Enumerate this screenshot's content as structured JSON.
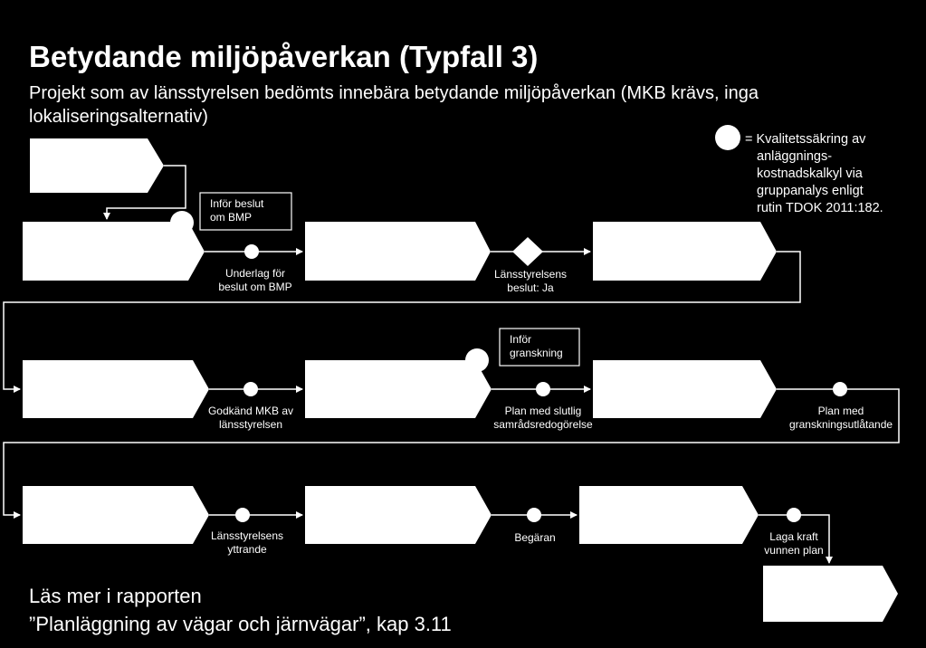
{
  "title": "Betydande miljöpåverkan (Typfall 3)",
  "subtitle": "Projekt som av länsstyrelsen bedömts innebära betydande miljöpåverkan (MKB krävs, inga lokaliseringsalternativ)",
  "legend": {
    "lines": [
      "= Kvalitetssäkring av",
      "anläggnings-",
      "kostnadskalkyl via",
      "gruppanalys enligt",
      "rutin TDOK 2011:182."
    ]
  },
  "notes": {
    "infor_beslut": [
      "Inför beslut",
      "om BMP"
    ],
    "infor_granskning": [
      "Inför",
      "granskning"
    ]
  },
  "milestones": {
    "underlag": [
      "Underlag för",
      "beslut om BMP"
    ],
    "lansstyrelsens_beslut": [
      "Länsstyrelsens",
      "beslut: Ja"
    ],
    "godkand_mkb": [
      "Godkänd MKB av",
      "länsstyrelsen"
    ],
    "plan_slutlig": [
      "Plan med slutlig",
      "samrådsredogörelse"
    ],
    "plan_granskning": [
      "Plan med",
      "granskningsutlåtande"
    ],
    "lansstyrelsens_yttrande": [
      "Länsstyrelsens",
      "yttrande"
    ],
    "begaran": [
      "Begäran"
    ],
    "laga_kraft": [
      "Laga kraft",
      "vunnen plan"
    ]
  },
  "footer": {
    "line1": "Läs mer i rapporten",
    "line2": "”Planläggning av vägar och järnvägar”, kap 3.11"
  }
}
